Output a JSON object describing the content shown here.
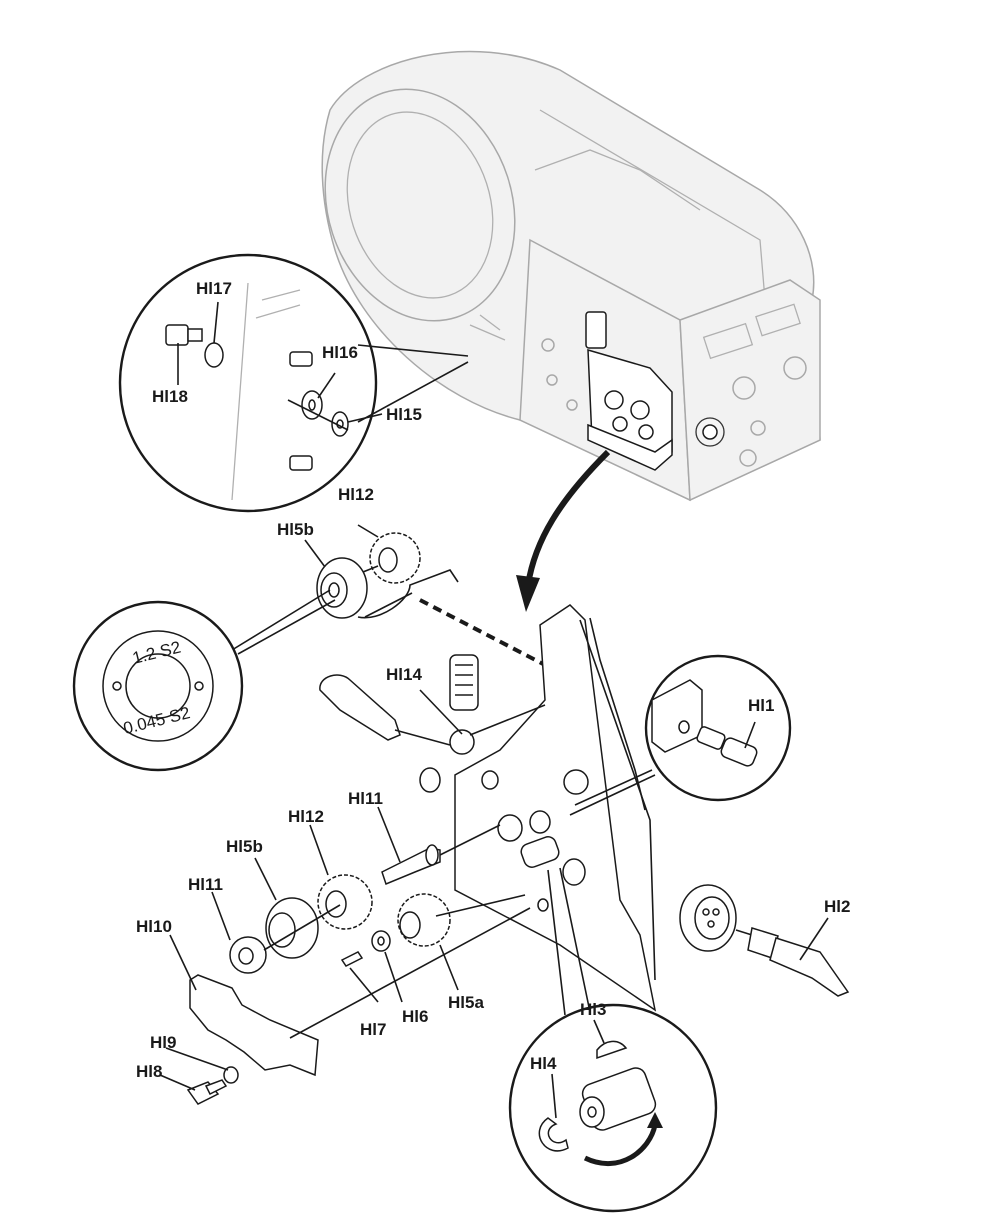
{
  "labels": {
    "hl1": "Hl1",
    "hl2": "Hl2",
    "hl3": "Hl3",
    "hl4": "Hl4",
    "hl5a": "Hl5a",
    "hl5b_top": "Hl5b",
    "hl5b_bottom": "Hl5b",
    "hl6": "Hl6",
    "hl7": "Hl7",
    "hl8": "Hl8",
    "hl9": "Hl9",
    "hl10": "Hl10",
    "hl11_top": "Hl11",
    "hl11_bottom": "Hl11",
    "hl12_top": "Hl12",
    "hl12_bottom": "Hl12",
    "hl14": "Hl14",
    "hl15": "Hl15",
    "hl16": "Hl16",
    "hl17": "Hl17",
    "hl18": "Hl18"
  },
  "roll_marking": {
    "top": "1.2   S2",
    "bottom": "0.045 S2"
  }
}
